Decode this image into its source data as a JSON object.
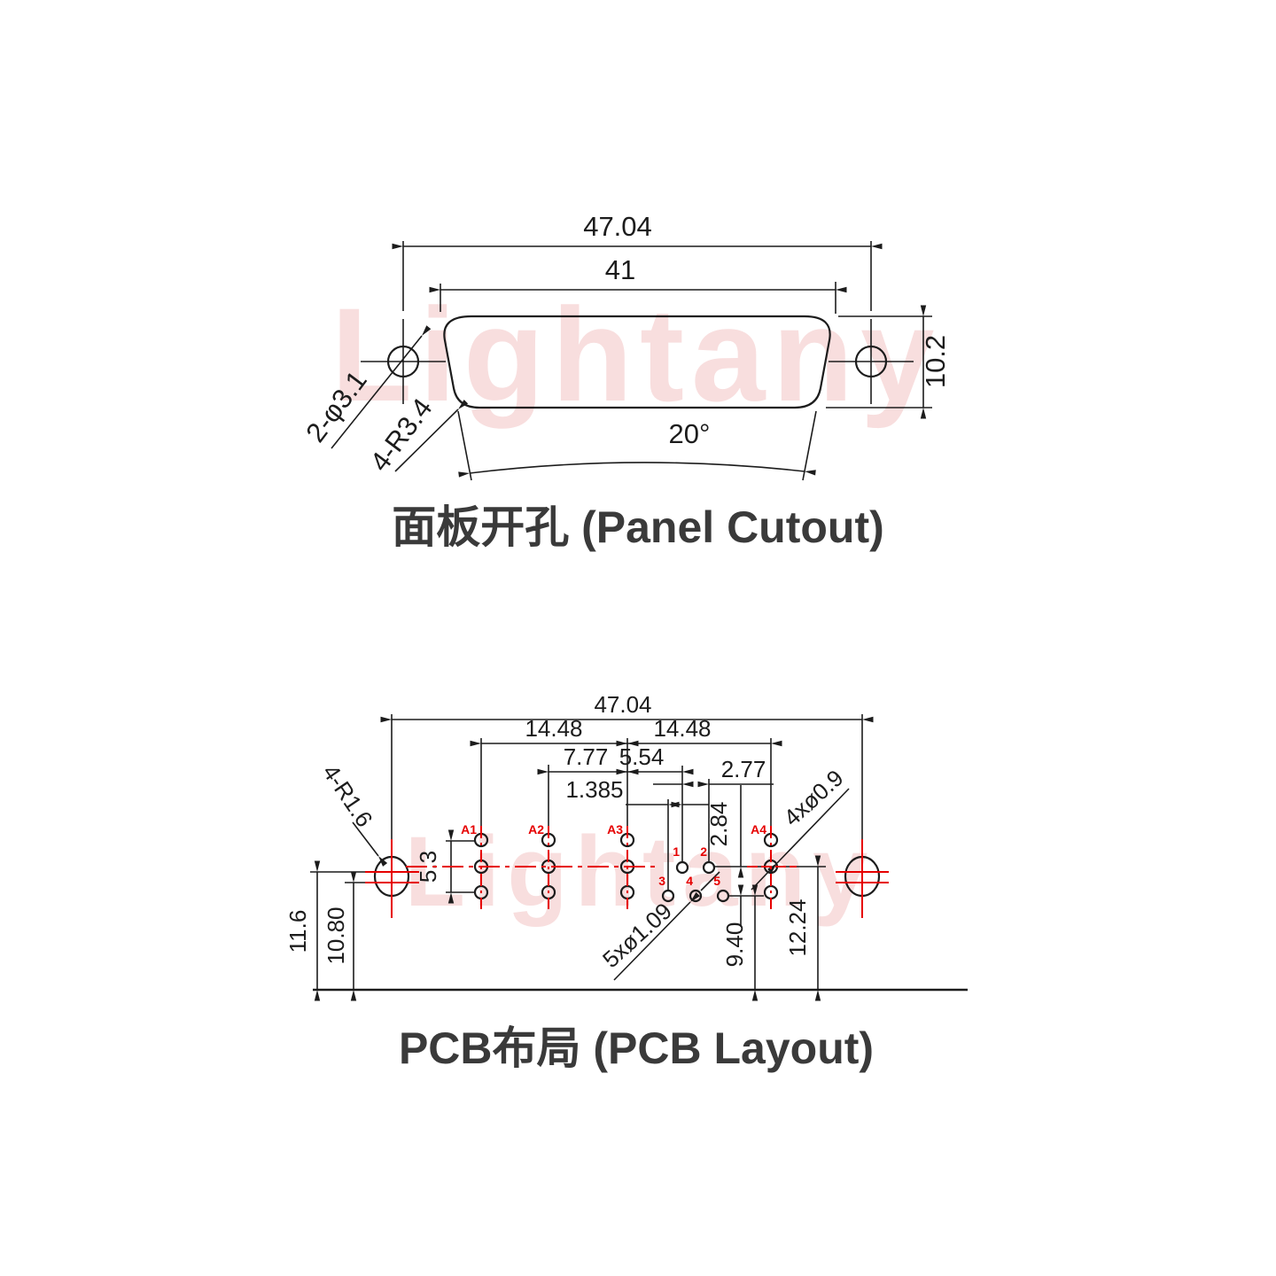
{
  "watermark": {
    "text": "Lightany",
    "color": "#f8dede"
  },
  "colors": {
    "line": "#1c1c1c",
    "red": "#e60000",
    "caption": "#3a3a3a"
  },
  "panel": {
    "caption": "面板开孔 (Panel Cutout)",
    "dims": {
      "outer_width": "47.04",
      "inner_width": "41",
      "height": "10.2",
      "angle": "20°",
      "holes_label": "2-φ3.1",
      "corner_label": "4-R3.4"
    }
  },
  "pcb": {
    "caption": "PCB布局 (PCB Layout)",
    "dims": {
      "width": "47.04",
      "span_left": "14.48",
      "span_right": "14.48",
      "a2_to_a3": "7.77",
      "a3_to_pin1": "5.54",
      "pin_pitch": "2.77",
      "row_offset_x": "1.385",
      "row_offset_y": "2.84",
      "coax_span": "5.3",
      "oval_center_height": "11.6",
      "lower_line_height": "10.80",
      "bottom_row_height": "9.40",
      "mid_row_height": "12.24",
      "slot_label": "4-R1.6",
      "coax_hole_label": "4xø0.9",
      "signal_hole_label": "5xø1.09"
    },
    "pins": {
      "coax": [
        "A1",
        "A2",
        "A3",
        "A4"
      ],
      "signal": [
        "1",
        "2",
        "3",
        "4",
        "5"
      ]
    }
  }
}
